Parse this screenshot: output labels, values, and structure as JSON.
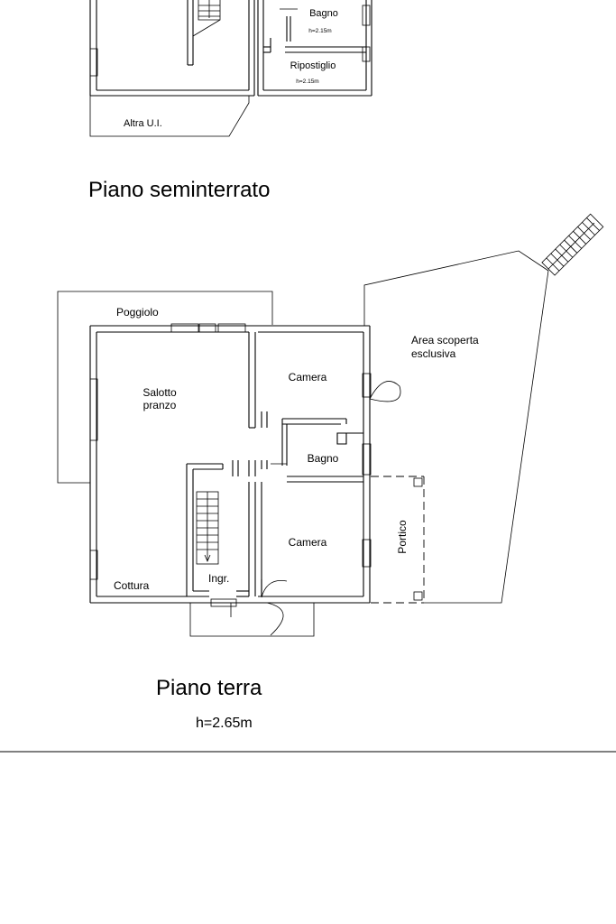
{
  "top_plan": {
    "title": "Piano seminterrato",
    "rooms": {
      "bagno": {
        "label": "Bagno",
        "height": "h=2.15m"
      },
      "ripostiglio": {
        "label": "Ripostiglio",
        "height": "h=2.15m"
      },
      "altra_ui": {
        "label": "Altra U.I."
      }
    }
  },
  "bottom_plan": {
    "title": "Piano terra",
    "height_note": "h=2.65m",
    "rooms": {
      "poggiolo": "Poggiolo",
      "salotto_line1": "Salotto",
      "salotto_line2": "pranzo",
      "camera_top": "Camera",
      "bagno": "Bagno",
      "camera_bottom": "Camera",
      "cottura": "Cottura",
      "ingresso": "Ingr.",
      "portico": "Portico",
      "area_line1": "Area scoperta",
      "area_line2": "esclusiva"
    }
  }
}
